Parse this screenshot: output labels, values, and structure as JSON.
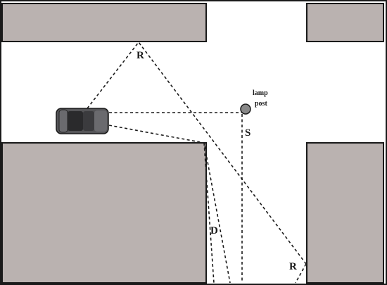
{
  "diagram": {
    "labels": {
      "reflect_top": "R",
      "reflect_bottom": "R",
      "direct": "D",
      "scatter": "S",
      "lamp_line1": "lamp",
      "lamp_line2": "post"
    },
    "colors": {
      "building_fill": "#bab2b0",
      "outline": "#1a1a1a",
      "car_body": "#555558",
      "lamp_fill": "#888888"
    },
    "icons": {
      "car": "car-icon",
      "lamp": "lamp-post-icon"
    }
  }
}
